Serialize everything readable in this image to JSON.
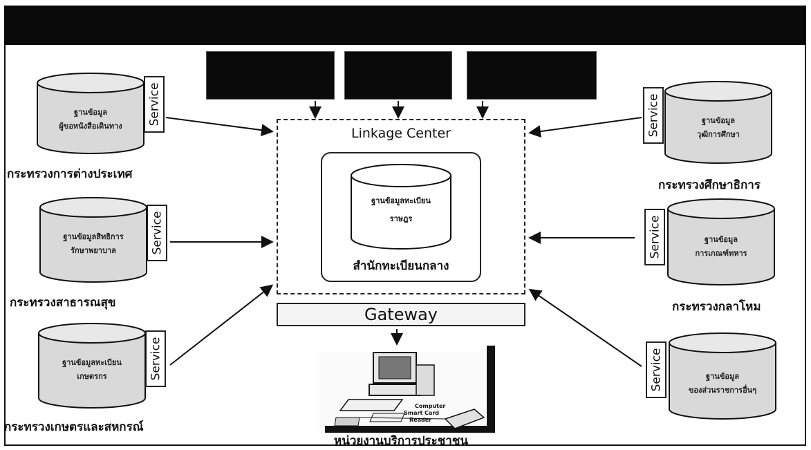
{
  "linkage_center": {
    "title": "Linkage Center",
    "central_db_label": "ฐานข้อมูลทะเบียนราษฎร",
    "central_db_line1": "ฐานข้อมูลทะเบียน",
    "central_db_line2": "ราษฎร",
    "office_name": "สำนักทะเบียนกลาง"
  },
  "gateway": {
    "label": "Gateway"
  },
  "service_label": "Service",
  "ministries": [
    {
      "name": "กระทรวงการต่างประเทศ",
      "db_line1": "ฐานข้อมูล",
      "db_line2": "ผู้ขอหนังสือเดินทาง"
    },
    {
      "name": "กระทรวงสาธารณสุข",
      "db_line1": "ฐานข้อมูลสิทธิการ",
      "db_line2": "รักษาพยาบาล"
    },
    {
      "name": "กระทรวงเกษตรและสหกรณ์",
      "db_line1": "ฐานข้อมูลทะเบียน",
      "db_line2": "เกษตรกร"
    },
    {
      "name": "กระทรวงศึกษาธิการ",
      "db_line1": "ฐานข้อมูล",
      "db_line2": "วุฒิการศึกษา"
    },
    {
      "name": "กระทรวงกลาโหม",
      "db_line1": "ฐานข้อมูล",
      "db_line2": "การเกณฑ์ทหาร"
    },
    {
      "name": "",
      "db_line1": "ฐานข้อมูล",
      "db_line2": "ของส่วนราชการอื่นๆ"
    }
  ],
  "terminal": {
    "computer_label": "Computer",
    "reader_line1": "Smart Card",
    "reader_line2": "Reader"
  },
  "service_unit_label": "หน่วยงานบริการประชาชน",
  "colors": {
    "background": "#ffffff",
    "ink": "#111111",
    "bar": "#0a0a0a",
    "cylinder_fill": "#d9d9d9"
  }
}
